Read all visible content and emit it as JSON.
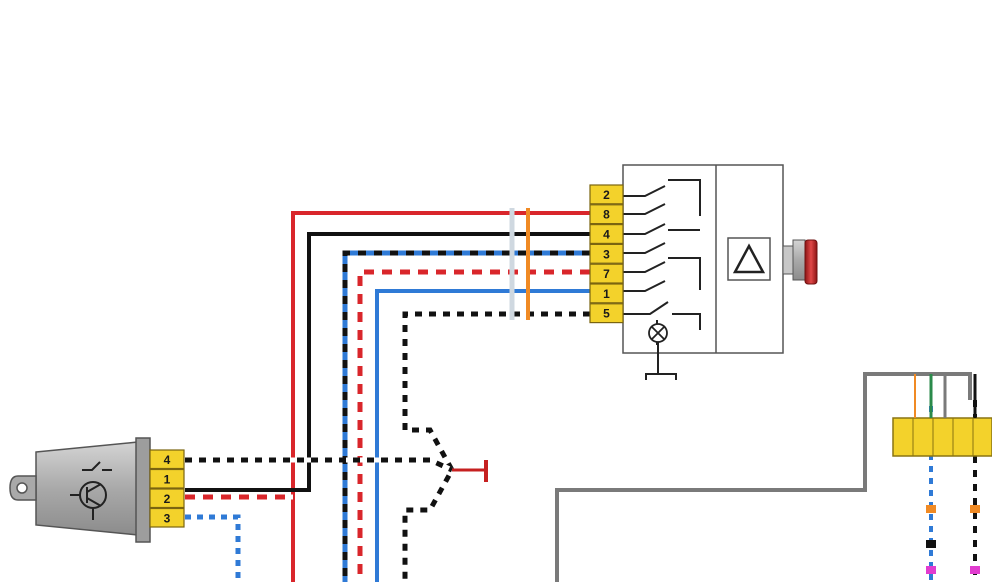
{
  "relay_pins": [
    "2",
    "8",
    "4",
    "3",
    "7",
    "1",
    "5"
  ],
  "connector_pins": [
    "4",
    "1",
    "2",
    "3"
  ],
  "icons": {
    "hazard_symbol": "warning-triangle-icon",
    "transistor_symbol": "transistor-icon",
    "lamp_symbol": "lamp-icon",
    "ground_symbol": "ground-icon"
  },
  "colors": {
    "pin_yellow": "#f3d22b",
    "wire_red": "#d9262b",
    "wire_black": "#111111",
    "wire_blue": "#2f7ad6",
    "wire_gray": "#7a7a7a",
    "wire_orange": "#f08a24",
    "housing_gray": "#b9b9b9",
    "knob_red": "#c92a2a"
  }
}
